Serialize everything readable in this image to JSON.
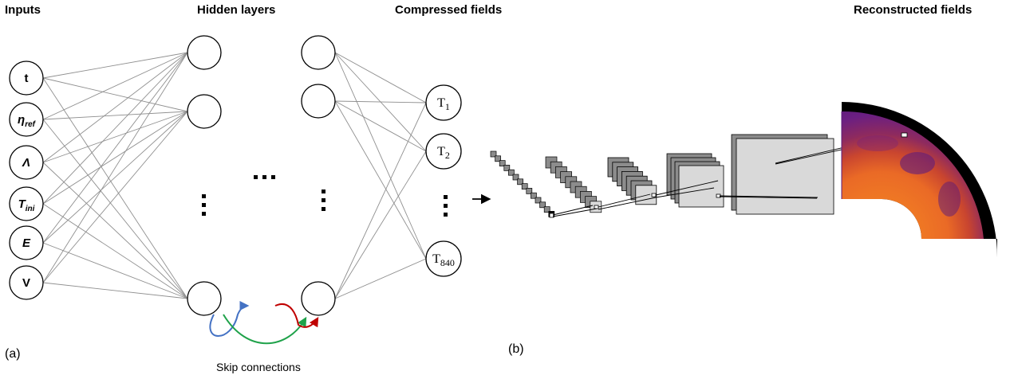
{
  "headers": {
    "inputs": "Inputs",
    "hidden": "Hidden layers",
    "compressed": "Compressed fields",
    "reconstructed": "Reconstructed fields"
  },
  "inputs": [
    {
      "main": "t",
      "sub": "",
      "italic": false
    },
    {
      "main": "η",
      "sub": "ref",
      "italic": true
    },
    {
      "main": "Λ",
      "sub": "",
      "italic": true
    },
    {
      "main": "T",
      "sub": "ini",
      "italic": true
    },
    {
      "main": "E",
      "sub": "",
      "italic": true
    },
    {
      "main": "V",
      "sub": "",
      "italic": false
    }
  ],
  "outputs": [
    {
      "main": "T",
      "sub": "1"
    },
    {
      "main": "T",
      "sub": "2"
    },
    {
      "main": "T",
      "sub": "840"
    }
  ],
  "ellipsis": {
    "horizontal": "···",
    "vertical": "⋮"
  },
  "skip_label": "Skip connections",
  "panel_a": "(a)",
  "panel_b": "(b)",
  "colors": {
    "skip_blue": "#4472c4",
    "skip_green": "#1fa24a",
    "skip_red": "#c00000",
    "box_dark": "#8c8c8c",
    "box_light": "#d9d9d9",
    "mantle_outer": "#6b1f82",
    "mantle_mid": "#d9502a",
    "mantle_inner": "#f07a24",
    "boundary": "#000000"
  }
}
